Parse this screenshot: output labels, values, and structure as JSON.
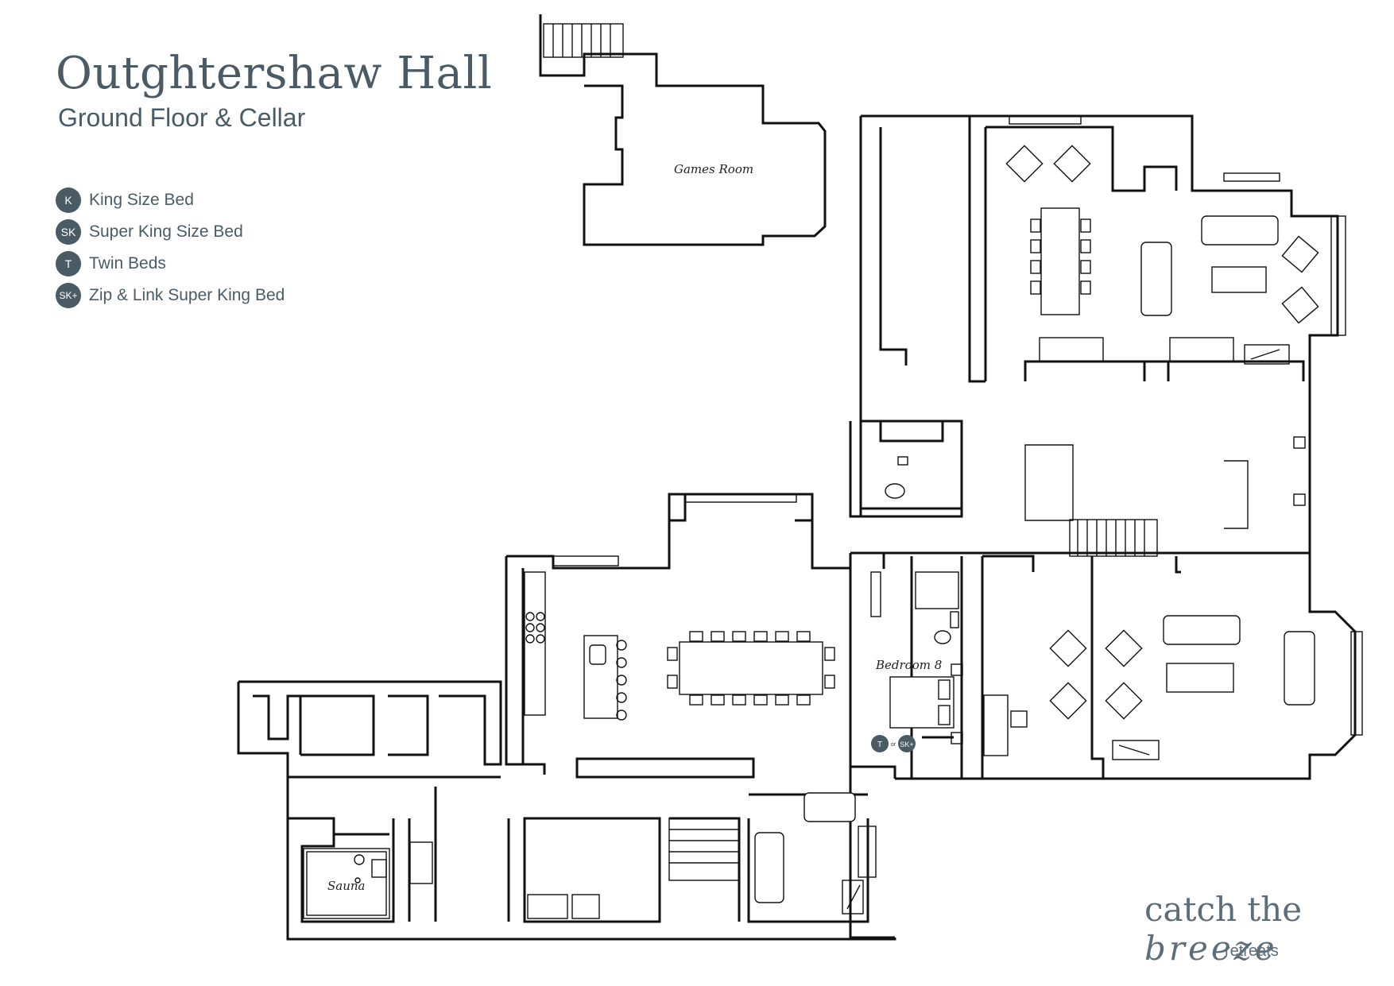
{
  "header": {
    "title": "Outghtershaw Hall",
    "subtitle": "Ground Floor & Cellar"
  },
  "legend": [
    {
      "code": "K",
      "label": "King Size Bed"
    },
    {
      "code": "SK",
      "label": "Super King Size Bed"
    },
    {
      "code": "T",
      "label": "Twin Beds"
    },
    {
      "code": "SK+",
      "label": "Zip & Link Super King Bed"
    }
  ],
  "rooms": {
    "games_room": "Games Room",
    "bedroom_8": "Bedroom 8",
    "sauna": "Sauna"
  },
  "bed_tags": {
    "twin": "T",
    "or": "or",
    "zip_link": "SK+"
  },
  "brand": {
    "name_plain": "catch the ",
    "name_italic": "breeze",
    "tagline": "retreats"
  },
  "colors": {
    "accent": "#4a5b66",
    "ink": "#111111"
  }
}
